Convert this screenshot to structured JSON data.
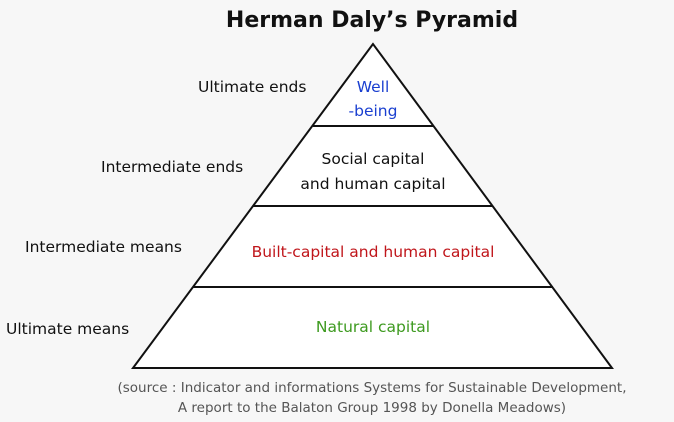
{
  "title": "Herman Daly’s Pyramid",
  "levels": [
    {
      "side_label": "Ultimate ends",
      "content": [
        "Well",
        "-being"
      ],
      "color": "#1a3fd0"
    },
    {
      "side_label": "Intermediate ends",
      "content": [
        "Social capital",
        "and human capital"
      ],
      "color": "#111111"
    },
    {
      "side_label": "Intermediate means",
      "content": [
        "Built-capital and human capital"
      ],
      "color": "#c0161b"
    },
    {
      "side_label": "Ultimate means",
      "content": [
        "Natural capital"
      ],
      "color": "#3d9a1f"
    }
  ],
  "source": [
    "(source : Indicator and informations Systems for Sustainable Development,",
    "A report to the Balaton Group 1998 by Donella Meadows)"
  ]
}
